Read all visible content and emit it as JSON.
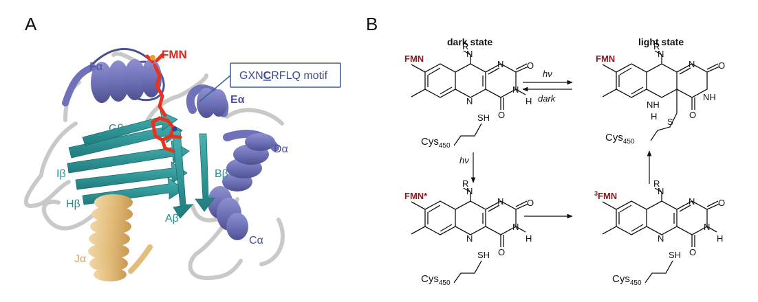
{
  "panels": {
    "a_label": "A",
    "b_label": "B"
  },
  "protein": {
    "fmn_label": "FMN",
    "motif_prefix": "GXN",
    "motif_highlight": "C",
    "motif_suffix": "RFLQ motif",
    "helix_labels": [
      "Fα",
      "Eα",
      "Dα",
      "Cα",
      "Jα"
    ],
    "strand_labels": [
      "Gβ",
      "Iβ",
      "Hβ",
      "Aβ",
      "Bβ"
    ],
    "colors": {
      "helix": "#6f72b8",
      "strand": "#2f9b9b",
      "jalpha": "#e6c285",
      "loop": "#c8c8c8",
      "fmn": "#e8321f",
      "fmn_text": "#e02419",
      "helix_text": "#4b4f9e",
      "strand_text": "#2a8f91",
      "jalpha_text": "#d9a45a"
    }
  },
  "scheme": {
    "dark_state_title": "dark state",
    "light_state_title": "light state",
    "fmn_dark": "FMN",
    "fmn_light": "FMN",
    "fmn_excited": "FMN*",
    "fmn_triplet_sup": "3",
    "fmn_triplet": "FMN",
    "arrow_forward": "hν",
    "arrow_back": "dark",
    "arrow_down": "hν",
    "cys_base": "Cys",
    "cys_sub": "450",
    "atoms": {
      "N": "N",
      "O": "O",
      "H": "H",
      "R": "R",
      "NH": "NH",
      "SH": "SH",
      "S": "S",
      "NH_ring": "N",
      "H_ring": "H"
    },
    "colors": {
      "fmn_label": "#8b1a1a",
      "ink": "#111111"
    }
  }
}
